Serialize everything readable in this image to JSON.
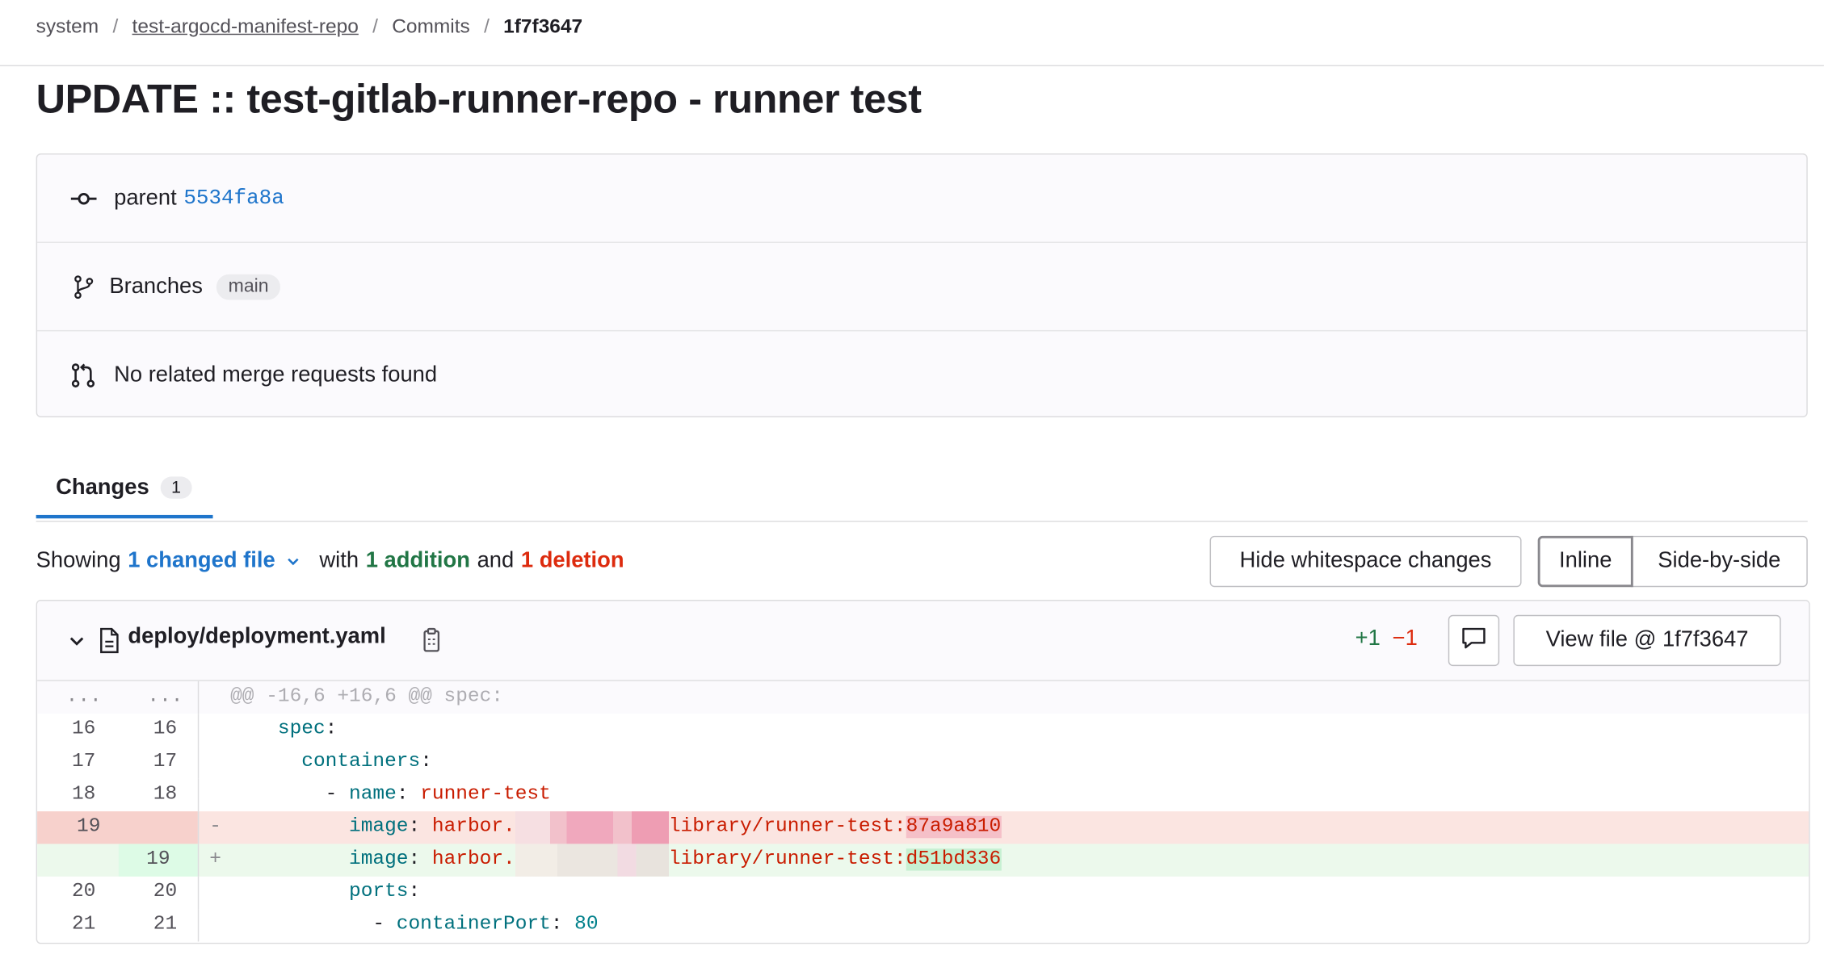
{
  "breadcrumb": {
    "items": [
      "system",
      "test-argocd-manifest-repo",
      "Commits"
    ],
    "current": "1f7f3647",
    "separator": "/"
  },
  "commit": {
    "title": "UPDATE :: test-gitlab-runner-repo - runner test",
    "parent_label": "parent",
    "parent_sha": "5534fa8a",
    "branches_label": "Branches",
    "branch": "main",
    "merge_requests": "No related merge requests found"
  },
  "tabs": [
    {
      "label": "Changes",
      "count": "1"
    }
  ],
  "summary": {
    "showing": "Showing",
    "changed_files": "1 changed file",
    "with": "with",
    "additions": "1 addition",
    "and": "and",
    "deletions": "1 deletion"
  },
  "buttons": {
    "hide_whitespace": "Hide whitespace changes",
    "inline": "Inline",
    "side_by_side": "Side-by-side",
    "view_file": "View file @ 1f7f3647"
  },
  "file": {
    "path": "deploy/deployment.yaml",
    "added": "+1",
    "removed": "−1"
  },
  "diff": {
    "hunk": {
      "old": "...",
      "new": "...",
      "text": "@@ -16,6 +16,6 @@ spec:"
    },
    "lines": [
      {
        "old": "16",
        "new": "16",
        "indent": "    ",
        "key": "spec",
        "colon": ":"
      },
      {
        "old": "17",
        "new": "17",
        "indent": "      ",
        "key": "containers",
        "colon": ":"
      },
      {
        "old": "18",
        "new": "18",
        "indent": "        - ",
        "key": "name",
        "colon": ": ",
        "value": "runner-test"
      },
      {
        "old": "19",
        "new": "",
        "marker": "-",
        "indent": "          ",
        "key": "image",
        "colon": ": ",
        "value_prefix": "harbor.",
        "value_suffix": "library/runner-test:",
        "value_tag": "87a9a810"
      },
      {
        "old": "",
        "new": "19",
        "marker": "+",
        "indent": "          ",
        "key": "image",
        "colon": ": ",
        "value_prefix": "harbor.",
        "value_suffix": "library/runner-test:",
        "value_tag": "d51bd336"
      },
      {
        "old": "20",
        "new": "20",
        "indent": "          ",
        "key": "ports",
        "colon": ":"
      },
      {
        "old": "21",
        "new": "21",
        "indent": "            - ",
        "key": "containerPort",
        "colon": ": ",
        "value": "80"
      }
    ]
  },
  "colors": {
    "link": "#1f75cb",
    "addition": "#217645",
    "deletion": "#dd2b0e",
    "yaml_key": "#00707d",
    "yaml_string": "#c91c00"
  },
  "icons": [
    "commit-icon",
    "branch-icon",
    "merge-request-icon",
    "chevron-down-icon",
    "file-icon",
    "copy-icon",
    "comment-icon"
  ]
}
